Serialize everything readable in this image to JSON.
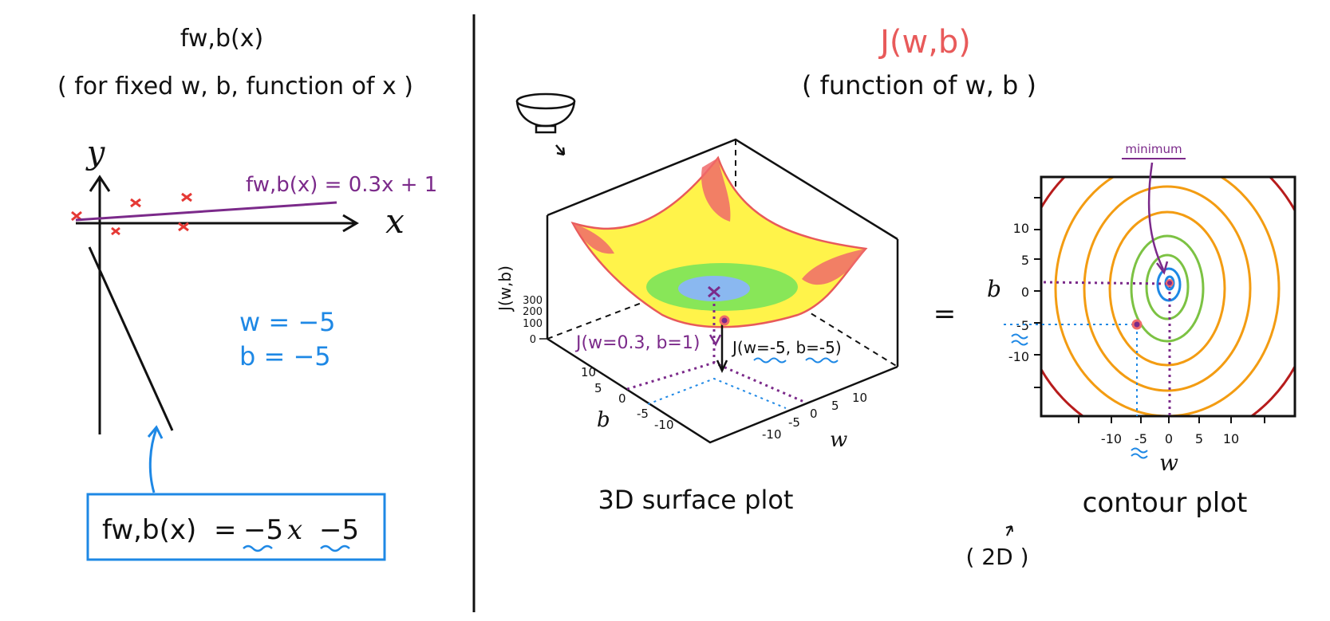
{
  "left_panel": {
    "title": "fw,b(x)",
    "subtitle": "( for fixed w, b,  function of x )",
    "y_axis_label": "y",
    "x_axis_label": "x",
    "fit_line_label": "fw,b(x) = 0.3x + 1",
    "param_w": "w = −5",
    "param_b": "b = −5",
    "equation": {
      "lhs": "fw,b(x)",
      "eq": "=",
      "coef": "−5",
      "var": "x",
      "intercept": "−5"
    }
  },
  "right_panel": {
    "title": "J(w,b)",
    "subtitle": "( function of  w, b )",
    "surface_z_label": "J(w,b)",
    "surface_z_ticks": [
      "300",
      "200",
      "100",
      "0"
    ],
    "surface_b_ticks": [
      "10",
      "5",
      "0",
      "-5",
      "-10"
    ],
    "surface_w_ticks": [
      "-10",
      "-5",
      "0",
      "5",
      "10"
    ],
    "surface_b_label": "b",
    "surface_w_label": "w",
    "annotation_min": "J(w=0.3, b=1)",
    "annotation_point": "J(w=-5, b=-5)",
    "surface_caption": "3D surface plot",
    "equals": "=",
    "contour_minimum": "minimum",
    "contour_b_label": "b",
    "contour_w_label": "w",
    "contour_y_ticks": [
      "10",
      "5",
      "0",
      "-5",
      "-10"
    ],
    "contour_x_ticks": [
      "-10",
      "-5",
      "0",
      "5",
      "10"
    ],
    "contour_caption": "contour plot",
    "contour_note": "( 2D )"
  },
  "colors": {
    "ink": "#111111",
    "purple": "#7b2a8a",
    "blue": "#1e88e5",
    "red": "#e53935",
    "salmon": "#e85a5a",
    "orange": "#f39c12",
    "green": "#7cc243",
    "yellow": "#fff34a",
    "darkred": "#b71c1c"
  }
}
